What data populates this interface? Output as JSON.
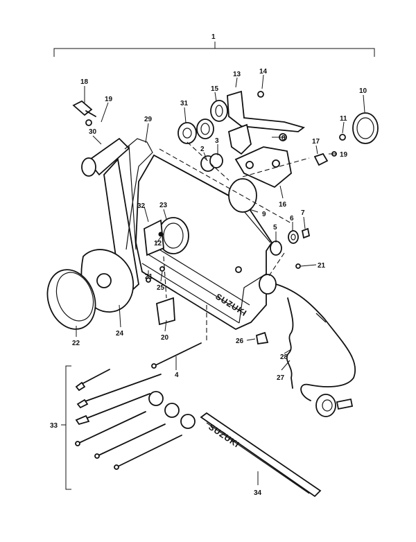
{
  "callouts": [
    {
      "id": "c1",
      "label": "1"
    },
    {
      "id": "c2",
      "label": "2"
    },
    {
      "id": "c3",
      "label": "3"
    },
    {
      "id": "c4",
      "label": "4"
    },
    {
      "id": "c5",
      "label": "5"
    },
    {
      "id": "c6",
      "label": "6"
    },
    {
      "id": "c7",
      "label": "7"
    },
    {
      "id": "c8",
      "label": "8"
    },
    {
      "id": "c9",
      "label": "9"
    },
    {
      "id": "c10",
      "label": "10"
    },
    {
      "id": "c11",
      "label": "11"
    },
    {
      "id": "c12",
      "label": "12"
    },
    {
      "id": "c13",
      "label": "13"
    },
    {
      "id": "c14",
      "label": "14"
    },
    {
      "id": "c15",
      "label": "15"
    },
    {
      "id": "c16",
      "label": "16"
    },
    {
      "id": "c17",
      "label": "17"
    },
    {
      "id": "c18",
      "label": "18"
    },
    {
      "id": "c19a",
      "label": "19"
    },
    {
      "id": "c19b",
      "label": "19"
    },
    {
      "id": "c20",
      "label": "20"
    },
    {
      "id": "c21a",
      "label": "21"
    },
    {
      "id": "c21b",
      "label": "21"
    },
    {
      "id": "c22",
      "label": "22"
    },
    {
      "id": "c23",
      "label": "23"
    },
    {
      "id": "c24",
      "label": "24"
    },
    {
      "id": "c25",
      "label": "25"
    },
    {
      "id": "c26",
      "label": "26"
    },
    {
      "id": "c27",
      "label": "27"
    },
    {
      "id": "c28",
      "label": "28"
    },
    {
      "id": "c29",
      "label": "29"
    },
    {
      "id": "c30",
      "label": "30"
    },
    {
      "id": "c31",
      "label": "31"
    },
    {
      "id": "c32",
      "label": "32"
    },
    {
      "id": "c33",
      "label": "33"
    },
    {
      "id": "c34",
      "label": "34"
    }
  ],
  "housing_logo": "SUZUKI",
  "nameplate_logo": "SUZUKI"
}
